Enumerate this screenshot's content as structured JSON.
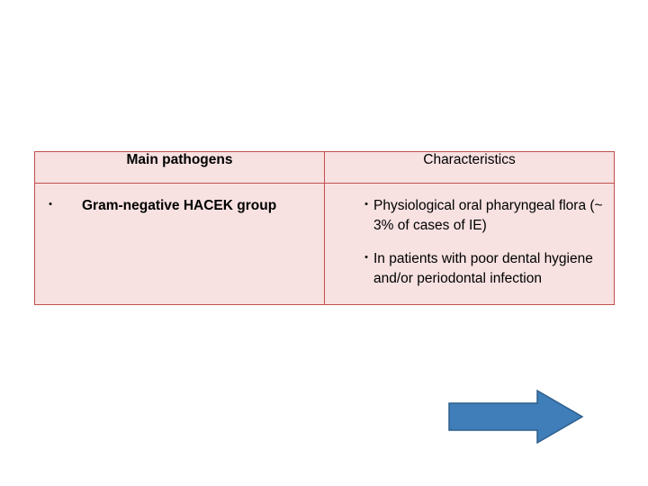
{
  "table": {
    "headers": {
      "left": "Main pathogens",
      "right": "Characteristics"
    },
    "rows": [
      {
        "left_bullets": [
          "Gram-negative HACEK group"
        ],
        "right_bullets": [
          "Physiological oral pharyngeal flora (~ 3% of cases of IE)",
          "In patients with poor dental hygiene and/or periodontal infection"
        ]
      }
    ],
    "bullet_glyph": "•",
    "border_color": "#c0504d",
    "fill_color": "#f7e1e1"
  },
  "arrow": {
    "name": "right-arrow-shape",
    "fill_color": "#3f7eb8",
    "stroke_color": "#2f5f8c"
  }
}
